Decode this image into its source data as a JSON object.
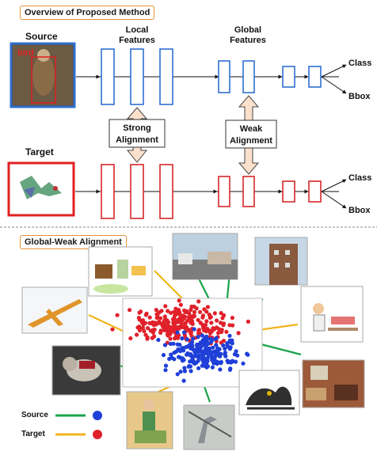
{
  "sections": {
    "top_title": "Overview of Proposed Method",
    "bottom_title": "Global-Weak Alignment"
  },
  "labels": {
    "source": "Source",
    "target": "Target",
    "local_features_1": "Local",
    "local_features_2": "Features",
    "global_features_1": "Global",
    "global_features_2": "Features",
    "class_top": "Class",
    "bbox_top": "Bbox",
    "class_bottom": "Class",
    "bbox_bottom": "Bbox",
    "strong_1": "Strong",
    "strong_2": "Alignment",
    "weak_1": "Weak",
    "weak_2": "Alignment",
    "bird_tag": "bird"
  },
  "legend": {
    "source": "Source",
    "target": "Target"
  },
  "colors": {
    "source_layer": "#2f6fd1",
    "target_layer": "#d62728",
    "section_border": "#e69138",
    "source_dot": "#1f3fd8",
    "target_dot": "#e0212b",
    "source_line": "#1aa34a",
    "target_line": "#f2b51d"
  }
}
